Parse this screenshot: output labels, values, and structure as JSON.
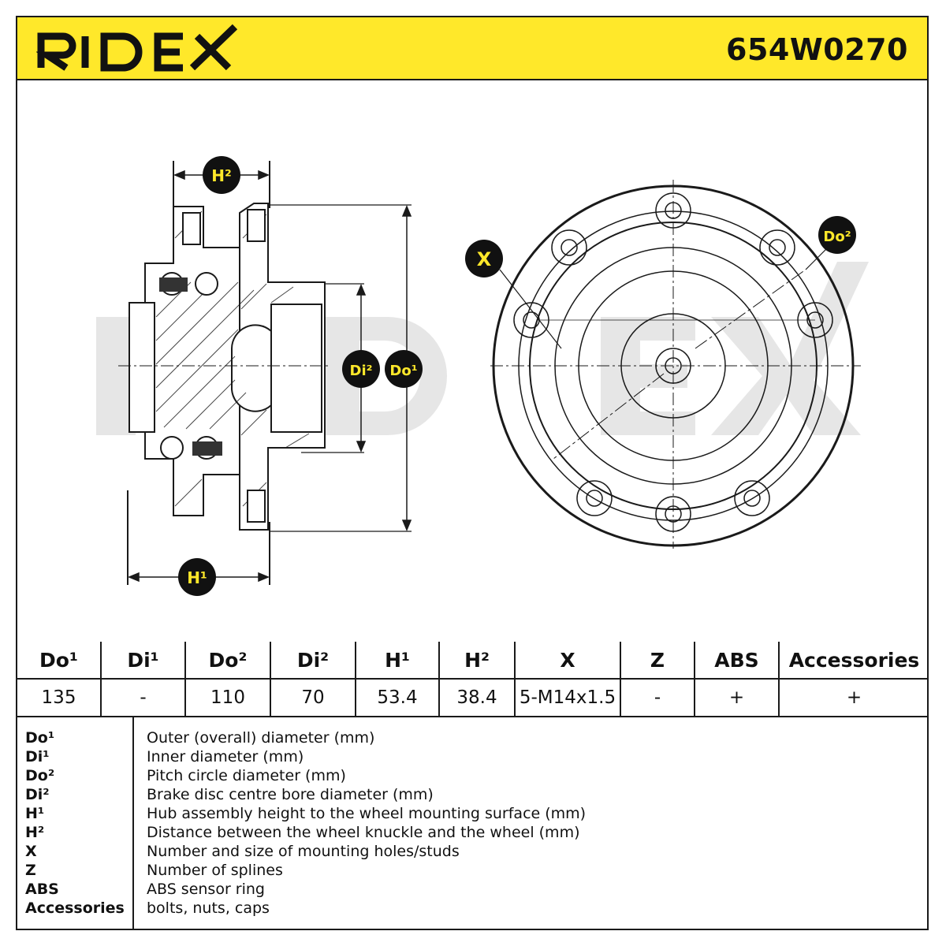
{
  "header": {
    "brand": "RIDEX",
    "part_number": "654W0270"
  },
  "drawing": {
    "watermark": "RIDEX",
    "labels": {
      "h2": "H²",
      "h1": "H¹",
      "di2": "Di²",
      "do1": "Do¹",
      "x": "X",
      "do2": "Do²"
    }
  },
  "table": {
    "headers": [
      "Do¹",
      "Di¹",
      "Do²",
      "Di²",
      "H¹",
      "H²",
      "X",
      "Z",
      "ABS",
      "Accessories"
    ],
    "values": [
      "135",
      "-",
      "110",
      "70",
      "53.4",
      "38.4",
      "5-M14x1.5",
      "-",
      "+",
      "+"
    ]
  },
  "legend": [
    {
      "key": "Do¹",
      "desc": "Outer (overall) diameter (mm)"
    },
    {
      "key": "Di¹",
      "desc": "Inner diameter (mm)"
    },
    {
      "key": "Do²",
      "desc": "Pitch circle diameter (mm)"
    },
    {
      "key": "Di²",
      "desc": "Brake disc centre bore diameter (mm)"
    },
    {
      "key": "H¹",
      "desc": "Hub assembly height to the wheel mounting surface (mm)"
    },
    {
      "key": "H²",
      "desc": "Distance between the wheel knuckle and the wheel (mm)"
    },
    {
      "key": "X",
      "desc": "Number and size of mounting holes/studs"
    },
    {
      "key": "Z",
      "desc": "Number of splines"
    },
    {
      "key": "ABS",
      "desc": "ABS sensor ring"
    },
    {
      "key": "Accessories",
      "desc": "bolts, nuts, caps"
    }
  ],
  "colors": {
    "brand_yellow": "#ffe82a",
    "badge_fill": "#111111",
    "badge_text": "#ffe82a",
    "line": "#1a1a1a",
    "watermark": "#e6e6e6"
  }
}
